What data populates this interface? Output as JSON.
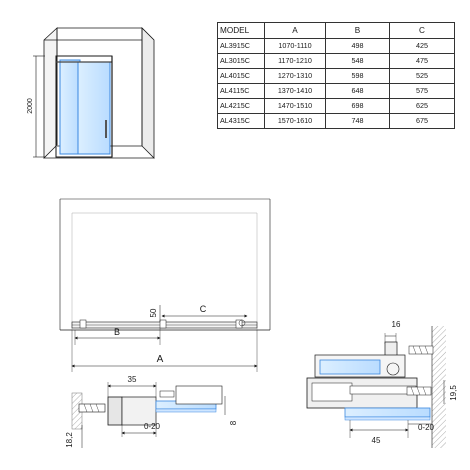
{
  "table": {
    "headers": [
      "MODEL",
      "A",
      "B",
      "C"
    ],
    "rows": [
      [
        "AL3915C",
        "1070-1110",
        "498",
        "425"
      ],
      [
        "AL3015C",
        "1170-1210",
        "548",
        "475"
      ],
      [
        "AL4015C",
        "1270-1310",
        "598",
        "525"
      ],
      [
        "AL4115C",
        "1370-1410",
        "648",
        "575"
      ],
      [
        "AL4215C",
        "1470-1510",
        "698",
        "625"
      ],
      [
        "AL4315C",
        "1570-1610",
        "748",
        "675"
      ]
    ]
  },
  "iso_view": {
    "height_label": "2000"
  },
  "front_view": {
    "a_label": "A",
    "b_label": "B",
    "c_label": "C",
    "height_label": "50"
  },
  "detail_left": {
    "width_label": "35",
    "offset_label": "18,2",
    "adjust_label": "0-20",
    "glass_label": "8"
  },
  "detail_right": {
    "top_label": "16",
    "height_label": "19,5",
    "width_label": "45",
    "adjust_label": "0-20"
  }
}
